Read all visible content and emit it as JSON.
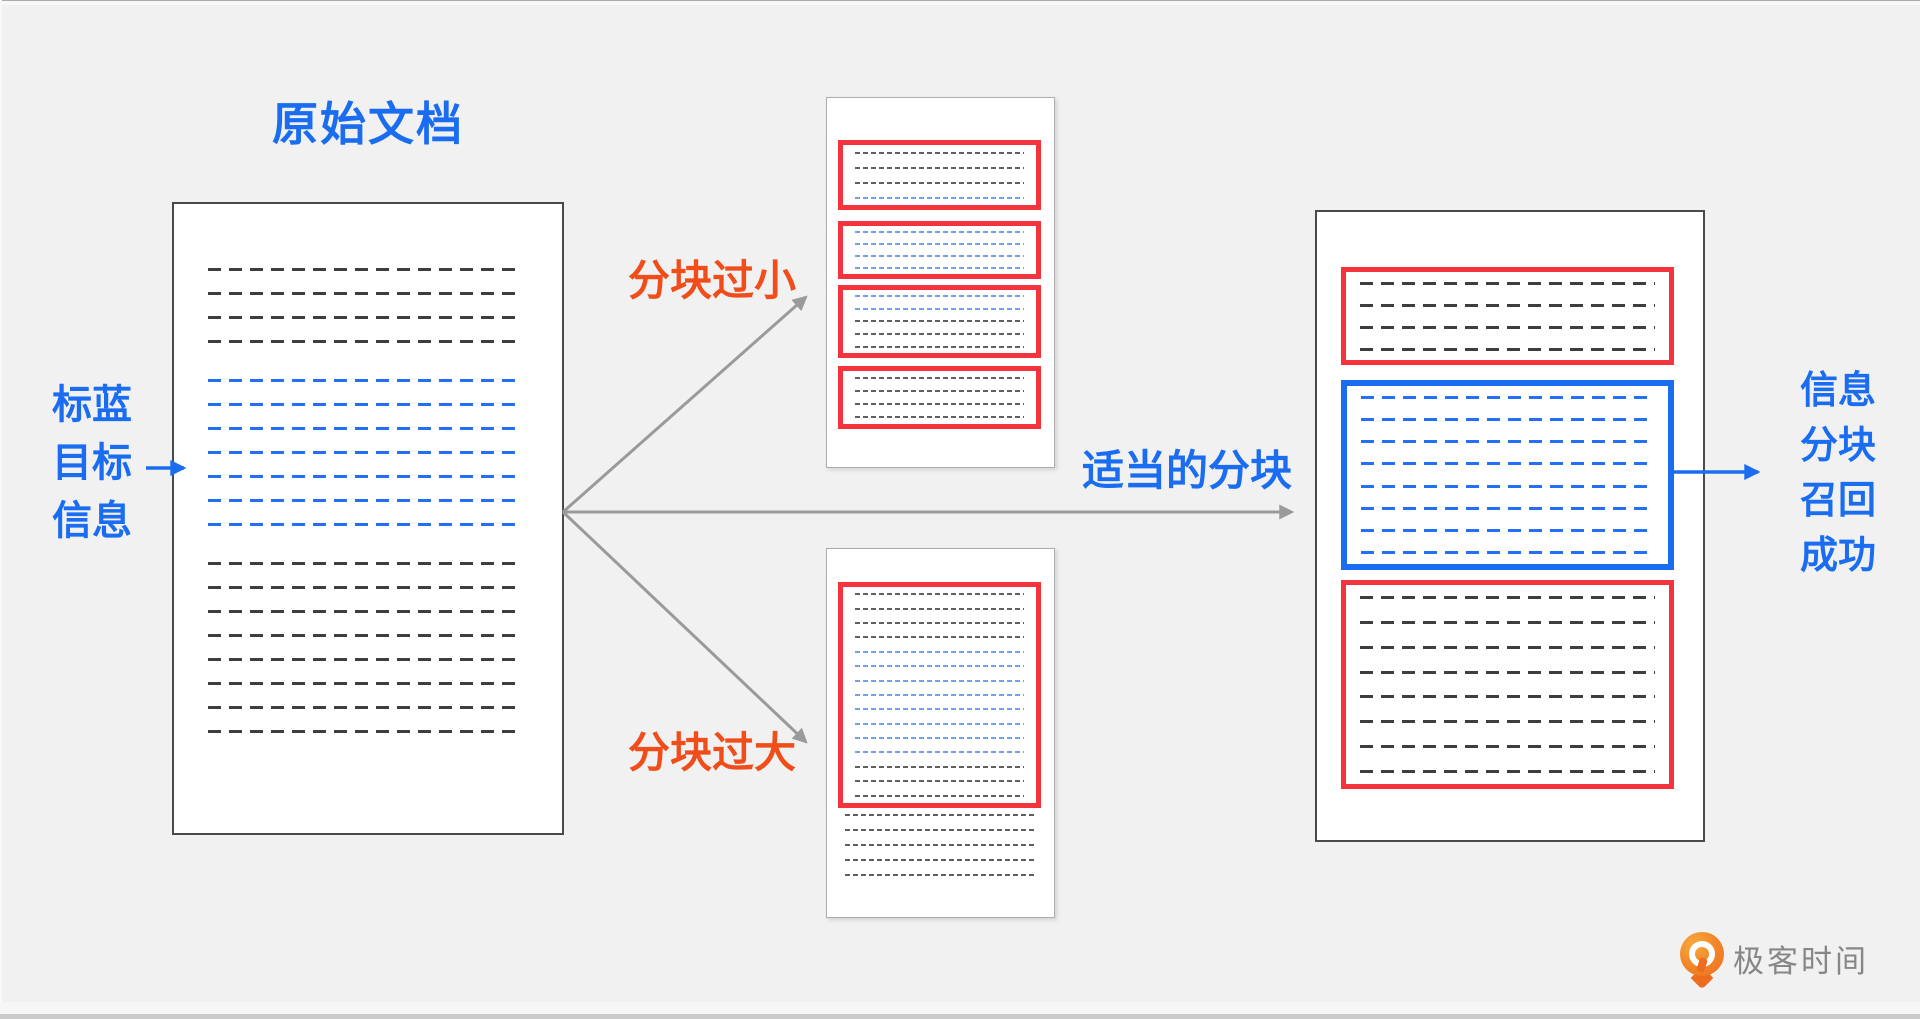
{
  "title": "原始文档",
  "left_annotation": {
    "lines": [
      "标蓝",
      "目标",
      "信息"
    ]
  },
  "right_annotation": {
    "lines": [
      "信息",
      "分块",
      "召回",
      "成功"
    ]
  },
  "branch_labels": {
    "too_small": "分块过小",
    "too_large": "分块过大",
    "appropriate": "适当的分块"
  },
  "watermark": {
    "brand": "极客时间"
  },
  "colors": {
    "background": "#F1F1F2",
    "accent_blue": "#1A6DF0",
    "accent_red": "#F4343C",
    "accent_orange": "#F04D1A",
    "arrow_gray": "#9A9A9A",
    "dash_black": "#3E3E3E",
    "dash_blue": "#2470F5",
    "dash_blue_light": "#74A0EA",
    "dash_black_light": "#5E5E5E",
    "logo_orange": "#ED6C1E",
    "logo_text_gray": "#878787"
  },
  "pages": {
    "original": {
      "groups": [
        {
          "color": "k",
          "count": 4
        },
        {
          "color": "b",
          "count": 7
        },
        {
          "color": "k",
          "count": 8
        }
      ]
    },
    "too_small": {
      "chunks": [
        [
          "k",
          "k",
          "k",
          "b"
        ],
        [
          "b",
          "b",
          "b",
          "b"
        ],
        [
          "b",
          "b",
          "k",
          "k",
          "k"
        ],
        [
          "k",
          "k",
          "k",
          "k"
        ]
      ]
    },
    "too_large": {
      "chunk": [
        "k",
        "k",
        "k",
        "k",
        "b",
        "b",
        "b",
        "b",
        "b",
        "b",
        "b",
        "b",
        "k",
        "k",
        "k"
      ],
      "outside": [
        "k",
        "k",
        "k",
        "k",
        "k"
      ]
    },
    "result": {
      "top": [
        "k",
        "k",
        "k",
        "k"
      ],
      "middle": [
        "b",
        "b",
        "b",
        "b",
        "b",
        "b",
        "b",
        "b"
      ],
      "bottom": [
        "k",
        "k",
        "k",
        "k",
        "k",
        "k",
        "k",
        "k"
      ]
    }
  }
}
